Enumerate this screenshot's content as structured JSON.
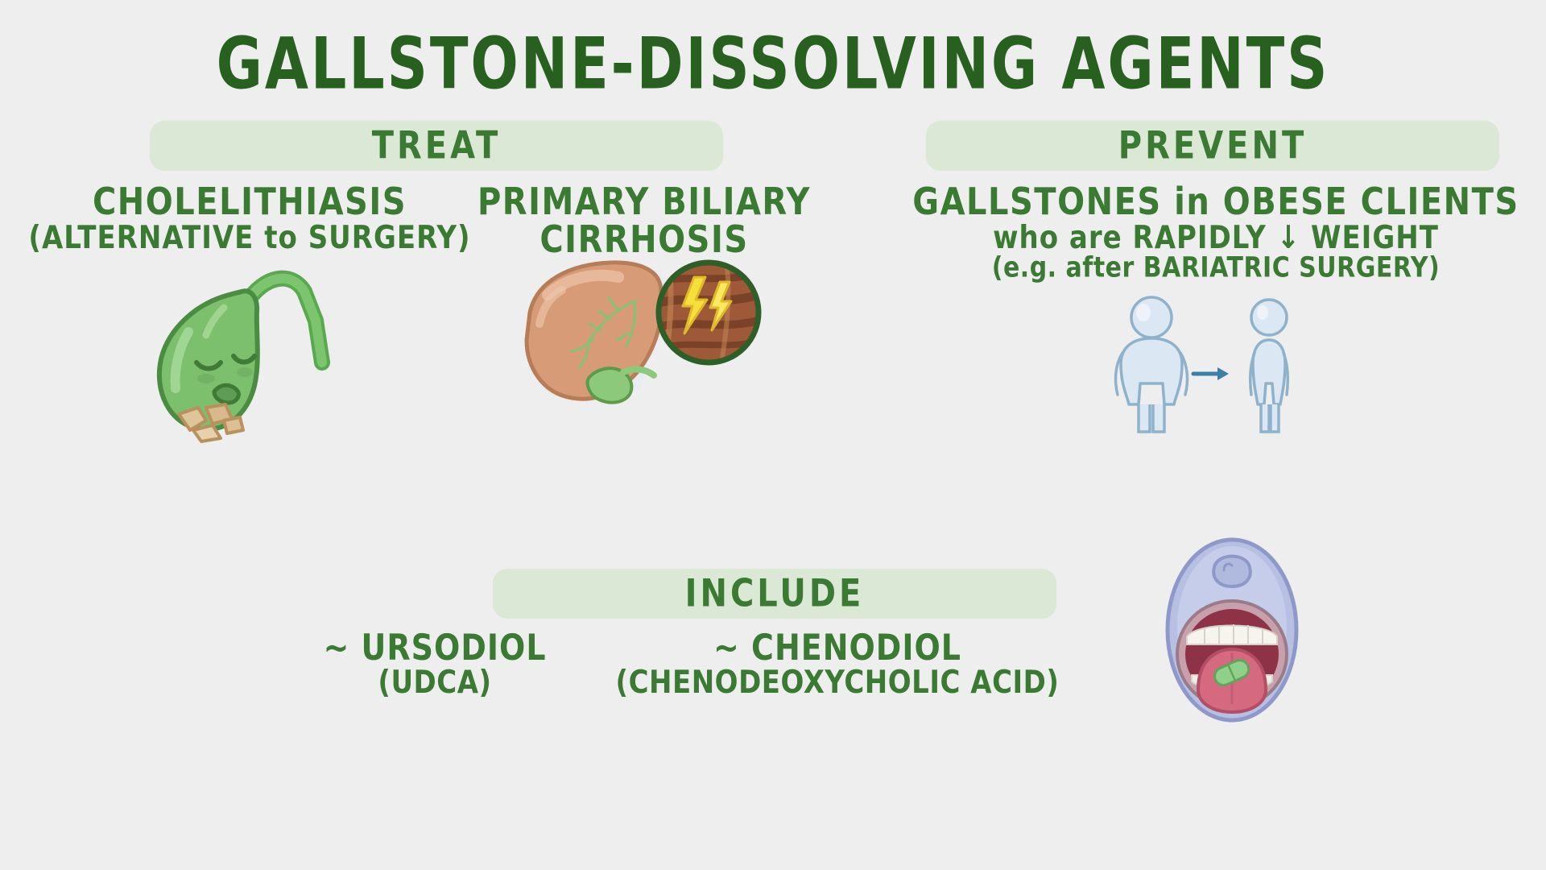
{
  "slide": {
    "background_color": "#eeeeee",
    "accent_dark_green": "#27601f",
    "accent_green": "#3b7a32",
    "banner_bg": "#dce8d6",
    "title": "GALLSTONE-DISSOLVING AGENTS"
  },
  "banners": {
    "treat": "TREAT",
    "prevent": "PREVENT",
    "include": "INCLUDE"
  },
  "treat_section": {
    "item_1": {
      "line_1": "CHOLELITHIASIS",
      "line_2": "(ALTERNATIVE to SURGERY)",
      "illustration": "sad-gallbladder-with-gallstones"
    },
    "item_2": {
      "line_1": "PRIMARY BILIARY",
      "line_2": "CIRRHOSIS",
      "illustration": "liver-with-cirrhosis-magnified-inset"
    }
  },
  "prevent_section": {
    "line_1": "GALLSTONES in OBESE CLIENTS",
    "line_2": "who are RAPIDLY ↓ WEIGHT",
    "line_3": "(e.g. after BARIATRIC SURGERY)",
    "illustration": "obese-to-thin-figures-arrow"
  },
  "include_section": {
    "drugs": [
      {
        "name": "~ URSODIOL",
        "sub": "(UDCA)"
      },
      {
        "name": "~ CHENODIOL",
        "sub": "(CHENODEOXYCHOLIC ACID)"
      }
    ],
    "illustration": "open-mouth-with-pill"
  },
  "icons": {
    "gallbladder": "gallbladder-icon",
    "liver": "liver-icon",
    "body_obese": "obese-body-icon",
    "body_thin": "thin-body-icon",
    "arrow_right": "arrow-right-icon",
    "mouth": "open-mouth-icon",
    "pill": "pill-icon",
    "lightning": "lightning-bolt-icon"
  }
}
